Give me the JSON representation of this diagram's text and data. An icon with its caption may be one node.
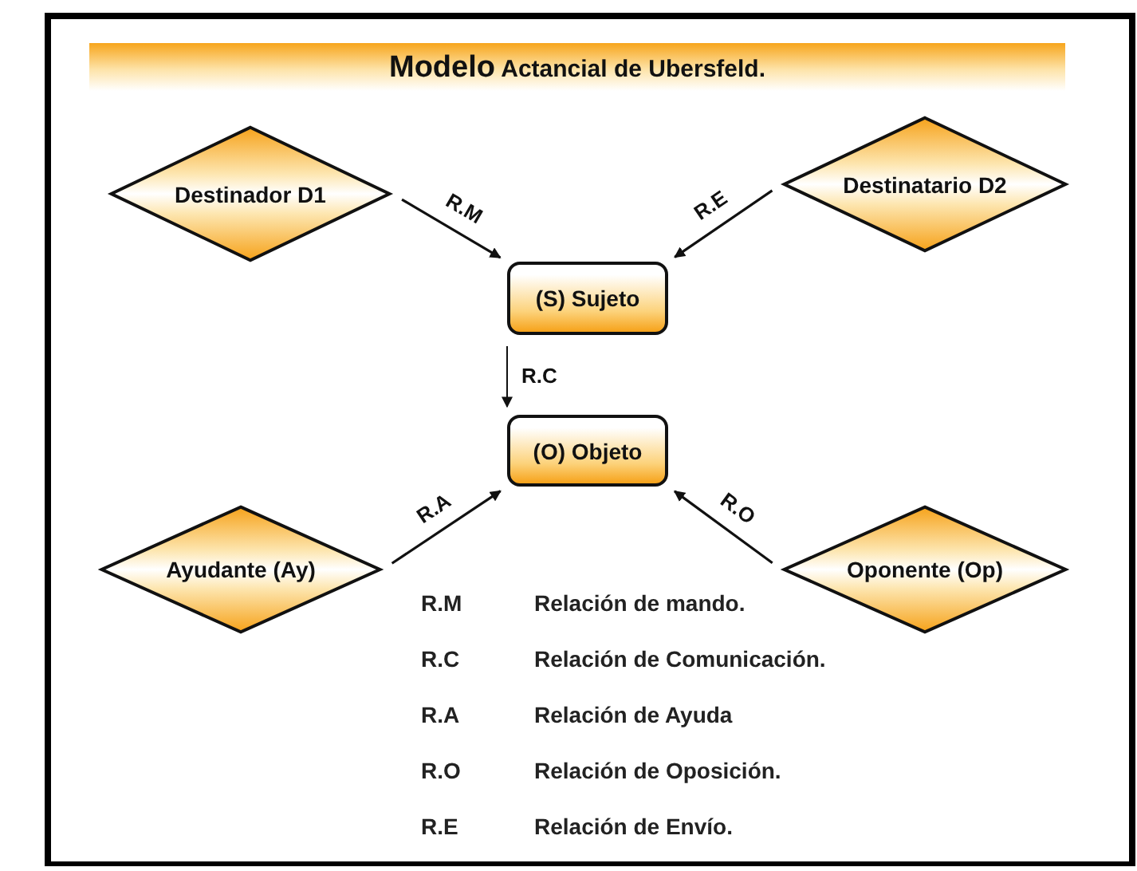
{
  "diagram": {
    "title": "**Modelo** Actancial de Ubersfeld.",
    "nodes": [
      {
        "text": [
          "Destinador D1"
        ]
      },
      {
        "text": [
          "Destinatario D2"
        ]
      },
      {
        "text": [
          "(S) Sujeto"
        ]
      },
      {
        "text": [
          "(O) Objeto"
        ]
      },
      {
        "text": [
          "Ayudante (Ay)"
        ]
      },
      {
        "text": [
          "Oponente (Op)"
        ]
      }
    ],
    "edges": [
      {
        "from": 0,
        "to": 2,
        "arrow": "to",
        "label": "R.M"
      },
      {
        "from": 1,
        "to": 2,
        "arrow": "to",
        "label": "R.E"
      },
      {
        "from": 2,
        "to": 3,
        "arrow": "to",
        "label": "R.C"
      },
      {
        "from": 4,
        "to": 3,
        "arrow": "to",
        "label": "R.A"
      },
      {
        "from": 5,
        "to": 3,
        "arrow": "to",
        "label": "R.O"
      }
    ],
    "labels": [
      "R.M",
      "Relación de mando.",
      "R.C",
      "Relación de Comunicación.",
      "R.A",
      "Relación de Ayuda",
      "R.O",
      "Relación de Oposición.",
      "R.E",
      "Relación de Envío."
    ]
  }
}
